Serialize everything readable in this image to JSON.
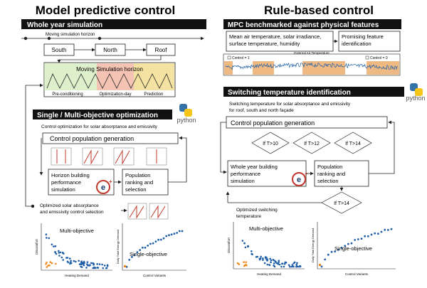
{
  "left": {
    "title": "Model predictive control",
    "section1": {
      "header": "Whole year simulation",
      "horizon_label": "Moving simulation horizon",
      "boxes": [
        "South",
        "North",
        "Roof"
      ],
      "inner_title": "Moving Simulation horizon",
      "phases": [
        "Pre-conditioning",
        "Optimization-day",
        "Prediction"
      ]
    },
    "section2": {
      "header": "Single / Multi-objective optimization",
      "subtitle": "Control optimization for solar absorptance and emissivity",
      "population": "Control population generation",
      "horizon_sim": [
        "Horizon building",
        "performance",
        "simulation"
      ],
      "ranking": [
        "Population",
        "ranking and",
        "selection"
      ],
      "optimized": [
        "Optimized solar absorptance",
        "and emissivity control selection"
      ]
    },
    "charts": {
      "multi": {
        "label": "Multi-objective",
        "xlabel": "Heating Demand",
        "ylabel": "Discomfort"
      },
      "single": {
        "label": "Single-objective",
        "xlabel": "Control Variants",
        "ylabel": "Daily Total Energy Demand"
      }
    }
  },
  "right": {
    "title": "Rule-based control",
    "section1": {
      "header": "MPC benchmarked against physical features",
      "features": [
        "Mean air temperature, solar irradiance,",
        "surface temperature, humidity"
      ],
      "promising": [
        "Promising feature",
        "identification"
      ],
      "chart_title": "External Air Temperature",
      "legend_left": "Control = 1",
      "legend_right": "Control = 0"
    },
    "section2": {
      "header": "Switching temperature identification",
      "subtitle": [
        "Switching temperature for solar absorptance and emissivity",
        "for roof, south and north façade"
      ],
      "population": "Control population generation",
      "diamonds": [
        "If T>10",
        "If T>12",
        "If T>14"
      ],
      "whole_year": [
        "Whole year building",
        "performance",
        "simulation"
      ],
      "ranking": [
        "Population",
        "ranking and",
        "selection"
      ],
      "final_diamond": "If T>14",
      "optimized": [
        "Optimized switching",
        "temperature"
      ]
    },
    "charts": {
      "multi": {
        "label": "Multi-objective",
        "xlabel": "Heating Demand",
        "ylabel": "Discomfort"
      },
      "single": {
        "label": "Single-objective",
        "xlabel": "Control Variants",
        "ylabel": "Daily Total Energy Demand"
      }
    }
  },
  "python_label": "python",
  "colors": {
    "header_bg": "#111111",
    "header_text": "#ffffff",
    "orange": "#e8a25a",
    "line_blue": "#1f5fa8",
    "green_zone": "#c8e6a8",
    "red_zone": "#f4c3b3",
    "yellow_zone": "#f3e2a2",
    "dot_blue": "#1f5fa8",
    "dot_orange": "#f08a1c"
  }
}
